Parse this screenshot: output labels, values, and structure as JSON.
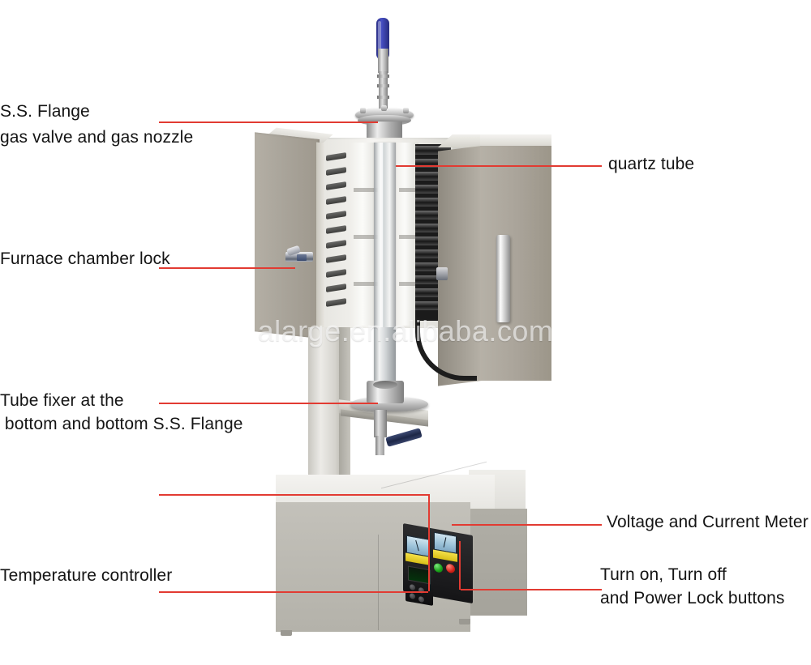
{
  "image": {
    "subject": "Vertical tube furnace with quartz tube, annotated product photo",
    "watermark": "alarge.en.alibaba.com",
    "accent_color": "#e23b32",
    "label_color": "#141414",
    "background": "#ffffff"
  },
  "annotations": [
    {
      "id": "ss-flange-gas-valve",
      "line1": "S.S. Flange",
      "line2": "gas valve and gas nozzle",
      "side": "left"
    },
    {
      "id": "quartz-tube",
      "line1": "quartz tube",
      "line2": "",
      "side": "right"
    },
    {
      "id": "furnace-chamber-lock",
      "line1": "Furnace chamber lock",
      "line2": "",
      "side": "left"
    },
    {
      "id": "tube-fixer-bottom-flange",
      "line1": "Tube fixer at the",
      "line2": " bottom and bottom S.S. Flange",
      "side": "left"
    },
    {
      "id": "voltage-current-meter",
      "line1": "Voltage and Current Meter",
      "line2": "",
      "side": "right"
    },
    {
      "id": "temperature-controller",
      "line1": "Temperature controller",
      "line2": "",
      "side": "left"
    },
    {
      "id": "power-buttons",
      "line1": "Turn on, Turn off",
      "line2": "and Power Lock buttons",
      "side": "right"
    }
  ],
  "machine_parts": {
    "gas_valve_handle": "blue lever valve handle",
    "gas_nozzle": "stainless steel nozzle",
    "top_flange": "stainless steel top flange",
    "quartz_tube": "transparent quartz tube",
    "left_door": "open furnace door (left)",
    "right_door": "open furnace door (right)",
    "door_handle": "vertical metal door handle",
    "chamber_lock": "furnace chamber latch",
    "heating_elements": "dark heating element coils",
    "insulation": "ceramic fiber insulation block",
    "bottom_flange": "bottom stainless steel flange",
    "tube_fixer": "tube fixer bracket",
    "support_column": "support column",
    "base_cabinet": "control cabinet base",
    "control_panel": "voltage / current meter panel",
    "temperature_controller": "digital PID temperature controller",
    "green_button": "Turn on button",
    "red_button": "Turn off button"
  }
}
